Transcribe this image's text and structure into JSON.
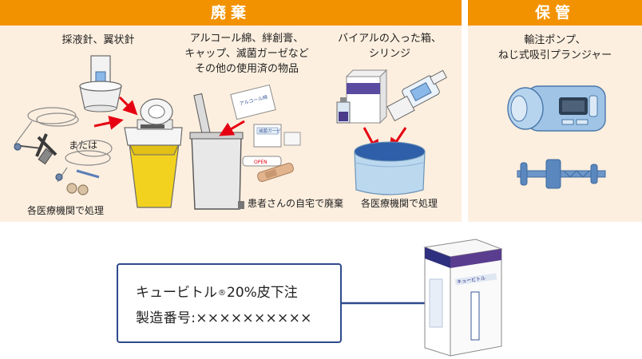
{
  "disposal": {
    "header": "廃棄",
    "needles_label": "採液針、翼状針",
    "alcohol_label_line1": "アルコール綿、絆創膏、",
    "alcohol_label_line2": "キャップ、滅菌ガーゼなど",
    "alcohol_label_line3": "その他の使用済の物品",
    "vial_label_line1": "バイアルの入った箱、",
    "vial_label_line2": "シリンジ",
    "or_label": "または",
    "medical_institution_1": "各医療機関で処理",
    "home_disposal": "患者さんの自宅で廃棄",
    "medical_institution_2": "各医療機関で処理",
    "alcohol_pack_text": "アルコール綿",
    "gauze_text": "滅菌ガーゼ",
    "open_text": "OPEN"
  },
  "storage": {
    "header": "保管",
    "label_line1": "輸注ポンプ、",
    "label_line2": "ねじ式吸引プランジャー"
  },
  "callout": {
    "product_name": "キュービトル",
    "registered_mark": "®",
    "product_suffix": "20%皮下注",
    "lot_label": "製造番号:",
    "lot_value": "××××××××××"
  },
  "box": {
    "brand_text": "キュービトル"
  },
  "colors": {
    "header_orange": "#f39200",
    "panel_bg": "#fdefdf",
    "callout_border": "#2f4a8c",
    "arrow_red": "#e60012",
    "sharps_yellow": "#f2d21f"
  }
}
